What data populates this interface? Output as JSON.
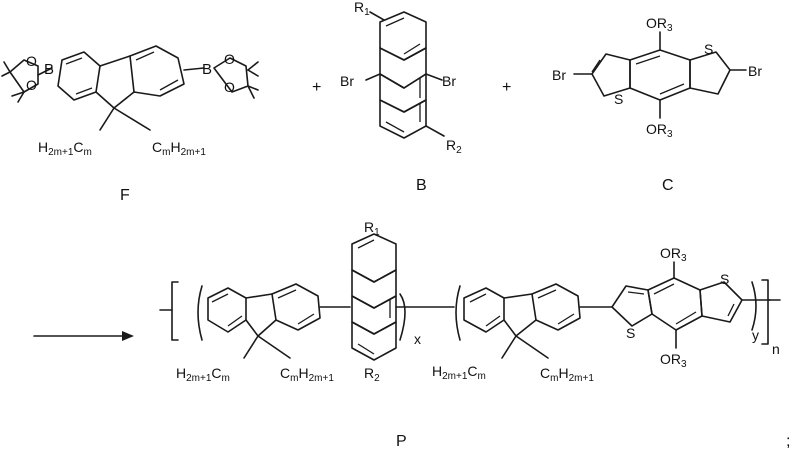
{
  "reaction": {
    "plus_sign": "+",
    "semicolon": ";",
    "reactant_F": {
      "label": "F",
      "boron_left": "B",
      "boron_right": "B",
      "oxygen": "O",
      "sub_left": "H",
      "sub_left_sub1": "2m+1",
      "sub_left_main": "C",
      "sub_left_sub2": "m",
      "sub_right_main": "C",
      "sub_right_sub1": "m",
      "sub_right_h": "H",
      "sub_right_sub2": "2m+1"
    },
    "reactant_B": {
      "label": "B",
      "r1": "R",
      "r1_sub": "1",
      "r2": "R",
      "r2_sub": "2",
      "br_left": "Br",
      "br_right": "Br"
    },
    "reactant_C": {
      "label": "C",
      "or3_top": "OR",
      "or3_top_sub": "3",
      "or3_bottom": "OR",
      "or3_bottom_sub": "3",
      "s_top": "S",
      "s_bottom": "S",
      "br_left": "Br",
      "br_right": "Br"
    },
    "product_P": {
      "label": "P",
      "r1": "R",
      "r1_sub": "1",
      "r2": "R",
      "r2_sub": "2",
      "x": "x",
      "y": "y",
      "n": "n",
      "or3": "OR",
      "or3_sub": "3",
      "s": "S"
    }
  }
}
